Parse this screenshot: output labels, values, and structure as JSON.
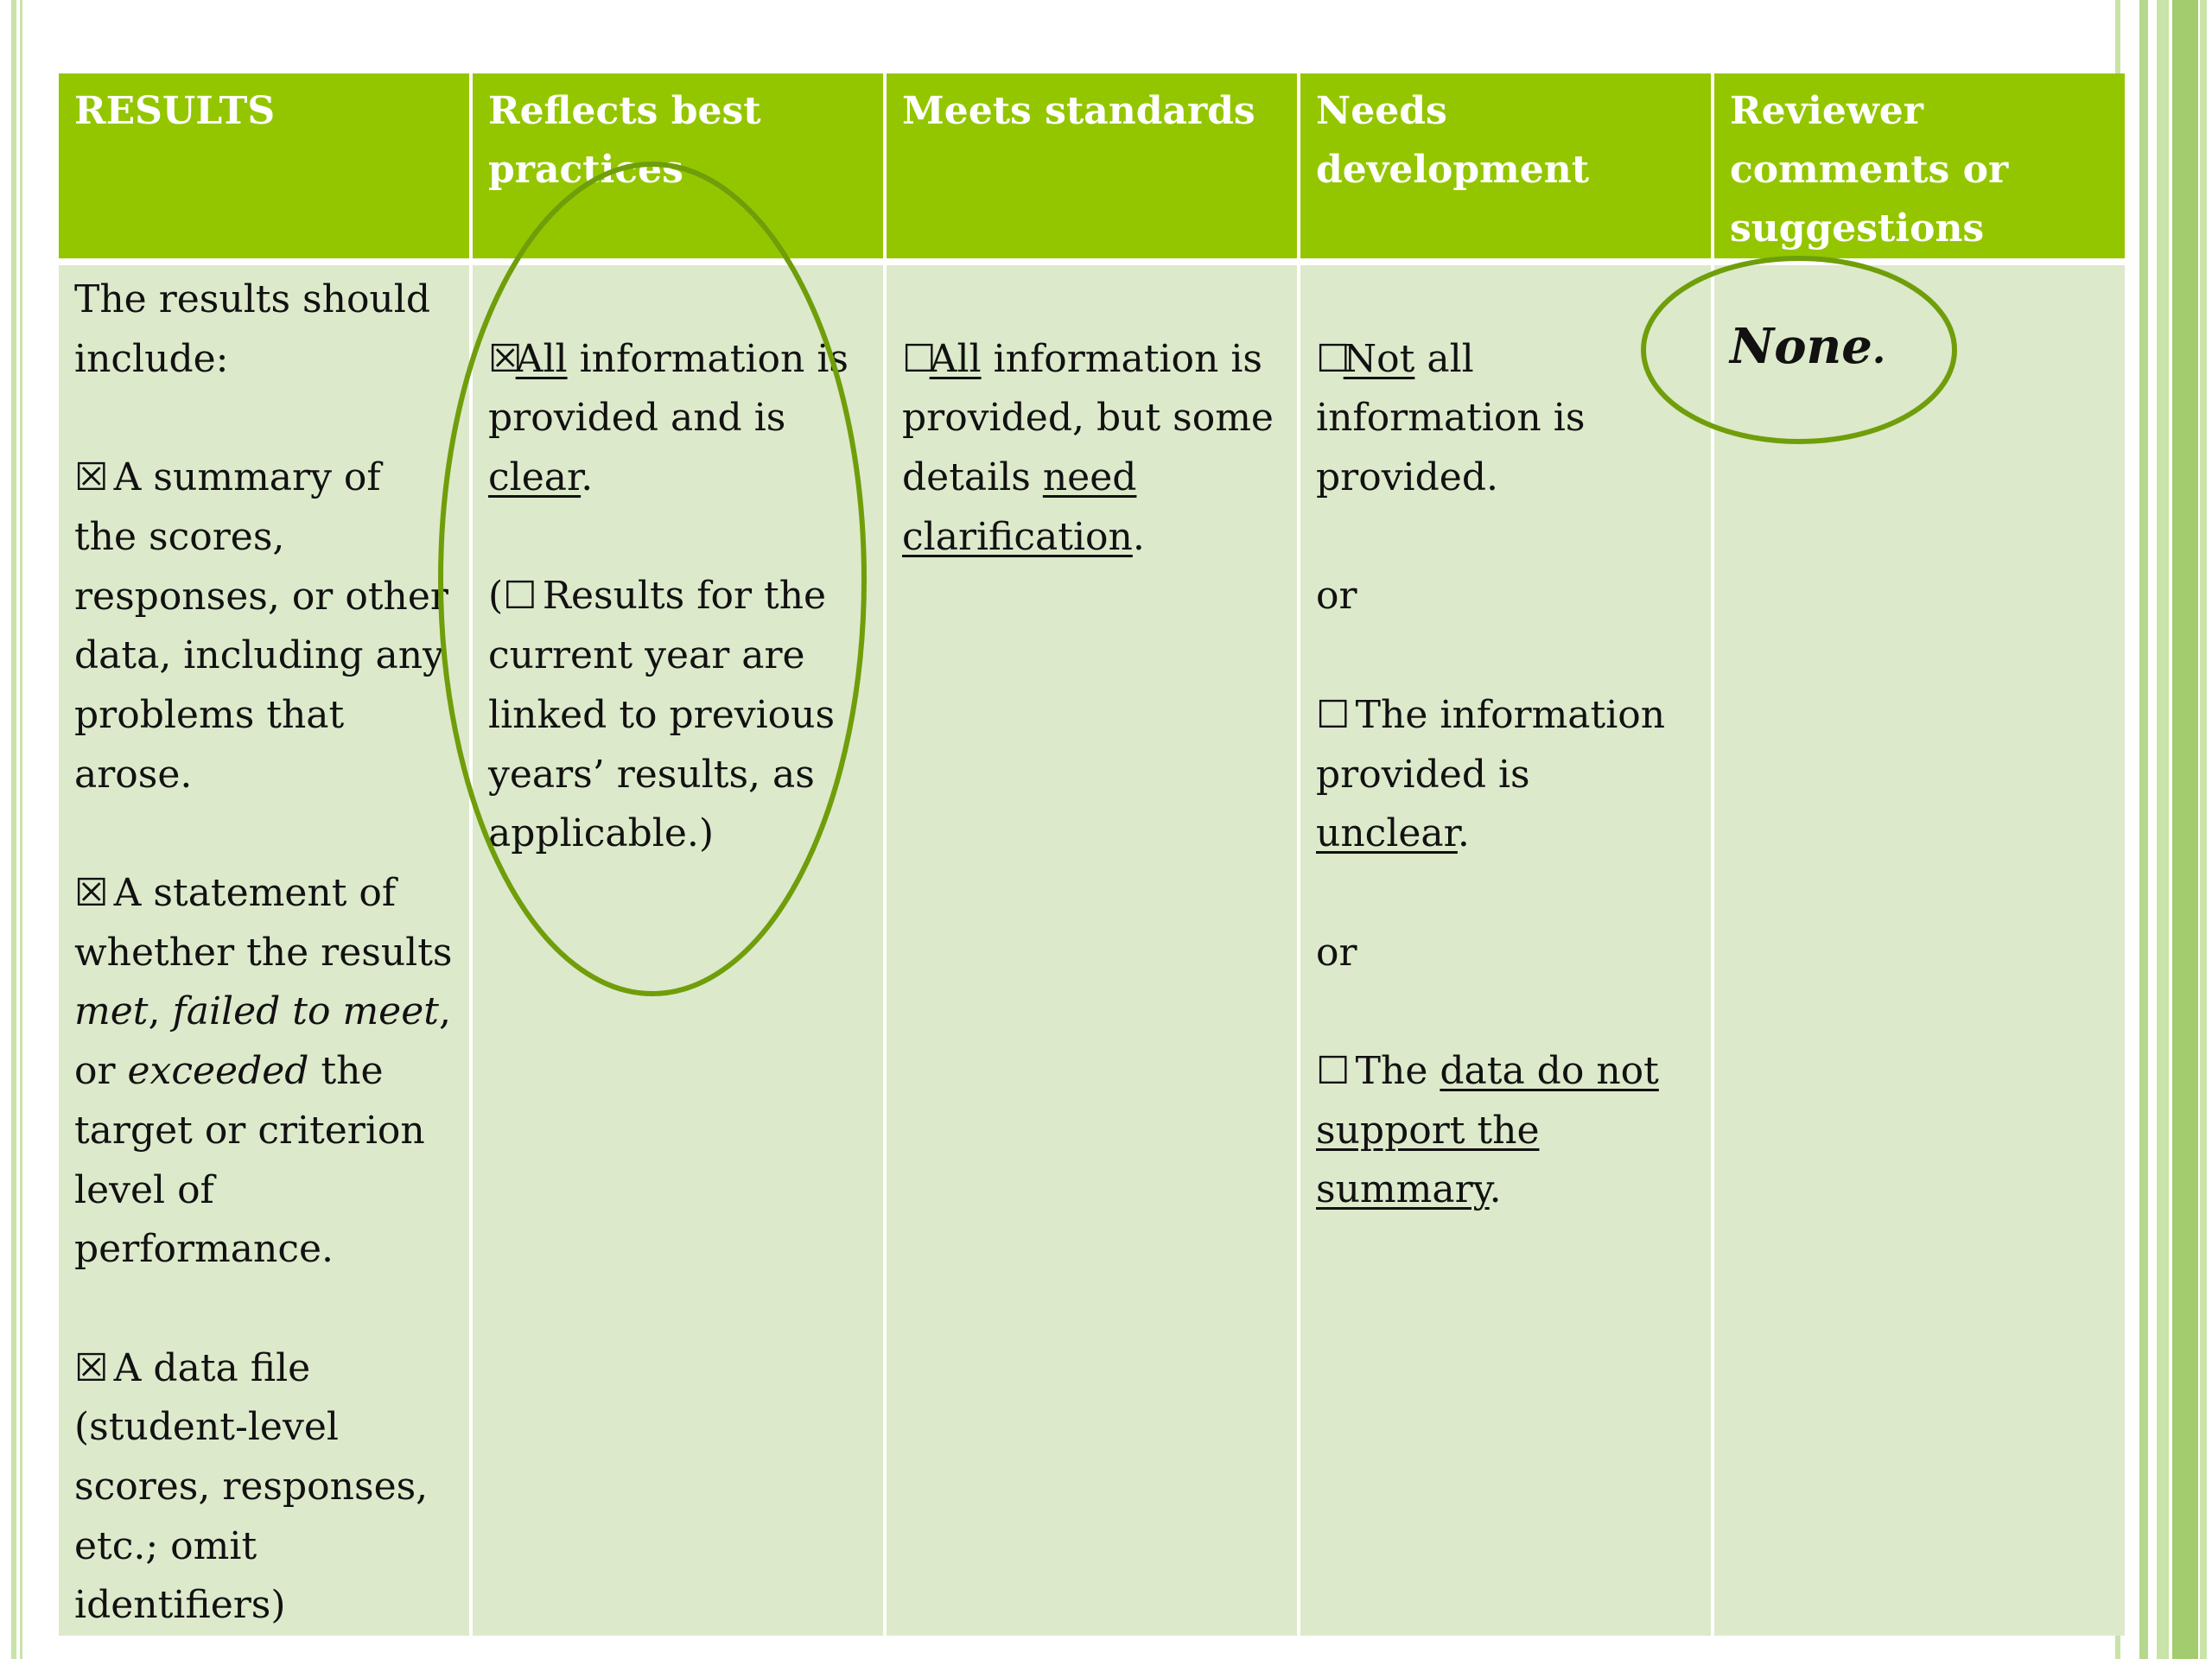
{
  "colors": {
    "header_bg": "#94c600",
    "cell_bg": "#dde9cb",
    "circle_stroke": "#6f9e0a"
  },
  "headers": [
    "RESULTS",
    "Reflects best practices",
    "Meets standards",
    "Needs development",
    "Reviewer comments or suggestions"
  ],
  "results": {
    "intro": "The results should include:",
    "item1_box": "☒",
    "item1": "A summary of the scores, responses, or other data, including any problems that arose.",
    "item2_box": "☒",
    "item2_a": "A statement of whether the results ",
    "item2_met": "met",
    "item2_comma": ", ",
    "item2_failed": "failed to meet",
    "item2_b": ", or ",
    "item2_exceeded": "exceeded",
    "item2_c": " the target or criterion level of performance.",
    "item3_box": "☒",
    "item3": "A data file (student-level scores, responses, etc.; omit identifiers)"
  },
  "best": {
    "box": "☒",
    "all": "All",
    "p1": " information is provided and is ",
    "clear": "clear",
    "period": ".",
    "p2_open": "(",
    "p2_box": "☐",
    "p2": " Results for the current year are linked to previous years’ results, as applicable.)"
  },
  "meets": {
    "box": "☐",
    "all": "All",
    "p1": " information is provided, but some details ",
    "need": "need clarification",
    "period": "."
  },
  "needs": {
    "box1": "☐",
    "not": "Not",
    "p1": " all information is provided.",
    "or1": "or",
    "box2": "☐",
    "p2": " The information provided is ",
    "unclear": "unclear",
    "period2": ".",
    "or2": "or",
    "box3": "☐",
    "p3": " The ",
    "data_not": "data do not support the summary",
    "period3": "."
  },
  "reviewer": {
    "none": "None",
    "period": "."
  }
}
